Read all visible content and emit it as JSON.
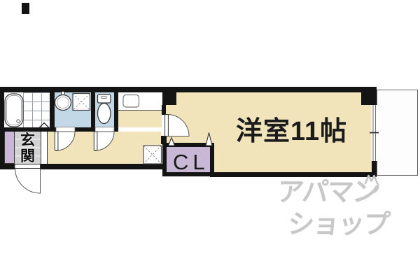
{
  "fp": {
    "labels": {
      "main_room": "洋室11帖",
      "closet": "CL",
      "entrance_top": "玄",
      "entrance_bottom": "関"
    },
    "watermark": {
      "line1": "アパマン",
      "line2": "ショップ"
    },
    "colors": {
      "floor_cream": "#F1E3BA",
      "wet_area_blue": "#C3D8E6",
      "closet_lavender": "#C8B8D5",
      "entrance_tile_gray": "#D2D2D2",
      "wall_black": "#141414",
      "watermark_gray": "#C8C8C8"
    }
  }
}
